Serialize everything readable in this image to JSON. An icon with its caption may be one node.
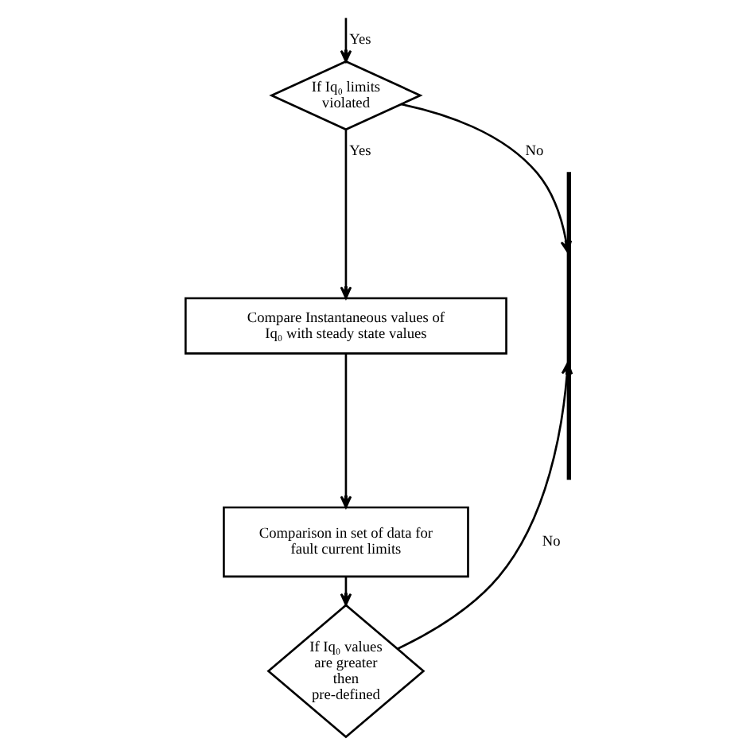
{
  "diagram": {
    "nodes": [
      {
        "text": [
          "If Iq₀ limits violated"
        ]
      },
      {
        "text": [
          "Compare Instantaneous values of Iq₀ with steady state values"
        ]
      },
      {
        "text": [
          "Comparison in set of data for fault current limits"
        ]
      },
      {
        "text": [
          "If Iq₀ values are greater then pre-defined"
        ]
      },
      {
        "text": [],
        "shape": "bar"
      }
    ],
    "edges": [
      {
        "from": null,
        "to": 0,
        "arrow": "to",
        "label": "Yes"
      },
      {
        "from": 0,
        "to": 4,
        "arrow": "to",
        "label": "No"
      },
      {
        "from": 0,
        "to": 1,
        "arrow": "to",
        "label": "Yes"
      },
      {
        "from": 1,
        "to": 2,
        "arrow": "to"
      },
      {
        "from": 2,
        "to": 3,
        "arrow": "to"
      },
      {
        "from": 3,
        "to": 4,
        "arrow": "to",
        "label": "No"
      }
    ]
  }
}
